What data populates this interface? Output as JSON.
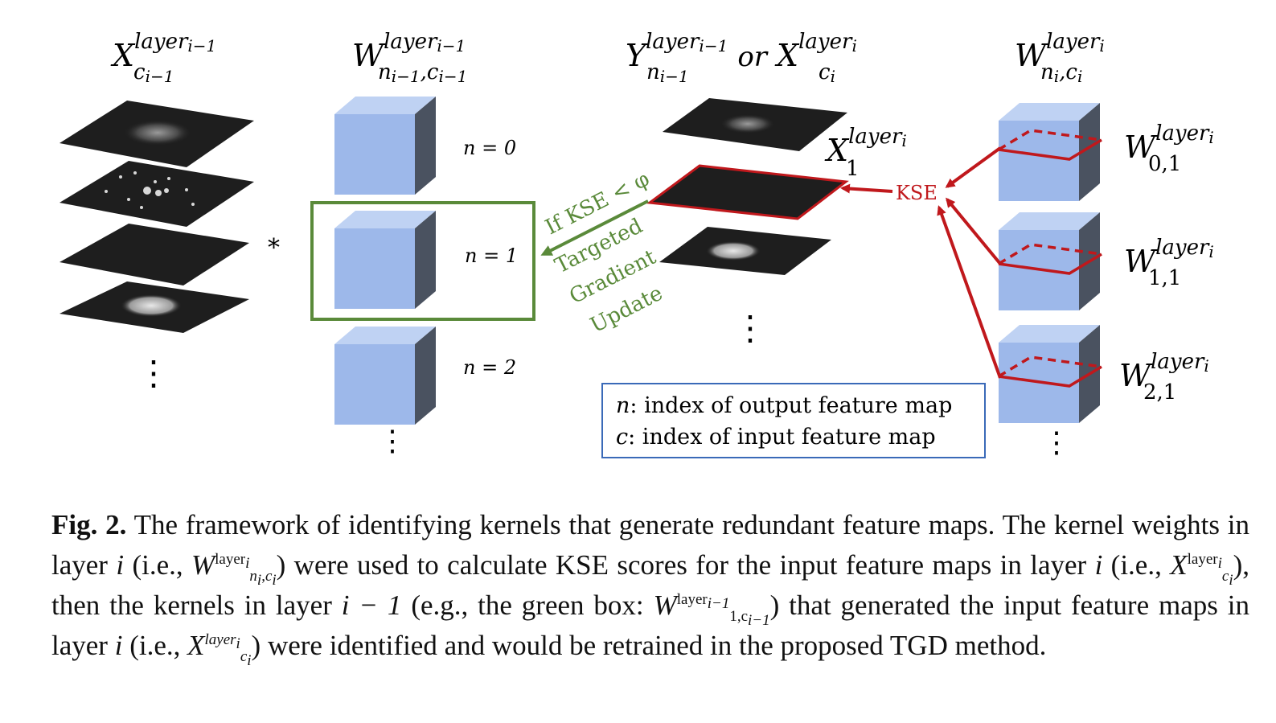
{
  "figure": {
    "column_headers": [
      {
        "base": "X",
        "sup": "layer",
        "sup_sub": "i−1",
        "sub": "c",
        "sub_sub": "i−1"
      },
      {
        "base": "W",
        "sup": "layer",
        "sup_sub": "i−1",
        "sub": "n",
        "sub_sub": "i−1",
        "sub2": "c",
        "sub2_sub": "i−1"
      },
      {
        "base": "Y",
        "sup": "layer",
        "sup_sub": "i−1",
        "sub": "n",
        "sub_sub": "i−1",
        "or": "or",
        "base2": "X",
        "sup2": "layer",
        "sup2_sub": "i",
        "sub2": "c",
        "sub2_sub": "i"
      },
      {
        "base": "W",
        "sup": "layer",
        "sup_sub": "i",
        "sub": "n",
        "sub_sub": "i",
        "sub2": "c",
        "sub2_sub": "i"
      }
    ],
    "convolution_operator": "*",
    "kernel_labels": [
      "n = 0",
      "n = 1",
      "n = 2"
    ],
    "highlighted_map_label": {
      "base": "X",
      "sup": "layer",
      "sup_sub": "i",
      "sub": "1"
    },
    "kse_label": "KSE",
    "condition_label": "If KSE < φ",
    "update_label_lines": [
      "Targeted",
      "Gradient",
      "Update"
    ],
    "right_kernel_labels": [
      {
        "base": "W",
        "sup": "layer",
        "sup_sub": "i",
        "sub": "0,1"
      },
      {
        "base": "W",
        "sup": "layer",
        "sup_sub": "i",
        "sub": "1,1"
      },
      {
        "base": "W",
        "sup": "layer",
        "sup_sub": "i",
        "sub": "2,1"
      }
    ],
    "legend": [
      {
        "var": "n",
        "text": ": index of output feature map"
      },
      {
        "var": "c",
        "text": ": index of input feature map"
      }
    ],
    "ellipsis": "⋮",
    "colors": {
      "cube_front": "#9db8ea",
      "cube_top": "#bfd2f3",
      "cube_side": "#4a5260",
      "highlight_green": "#5a8a3a",
      "kse_red": "#c0181c",
      "legend_border": "#3a6ab8"
    }
  },
  "caption": {
    "label": "Fig. 2.",
    "p1": "The framework of identifying kernels that generate redundant feature maps. The kernel weights in layer",
    "p2": "(i.e.,",
    "p3": ") were used to calculate KSE scores for the input feature maps in layer",
    "p4": "(i.e.,",
    "p5": "), then the kernels in layer",
    "p6": "(e.g., the green box:",
    "p7": ") that generated the input feature maps in layer",
    "p8": "(i.e.,",
    "p9": ") were identified and would be retrained in the proposed TGD method.",
    "var_i": "i",
    "i_minus_1": "i − 1",
    "w": "W",
    "x": "X",
    "layer_roman": "layer",
    "layer_italic": "layer",
    "sub_i": "i",
    "sub_i_minus_1": "i−1",
    "w_sub_1": "n",
    "w_sub_2": "c",
    "x_sub": "c",
    "w2_sub": "1,c"
  }
}
